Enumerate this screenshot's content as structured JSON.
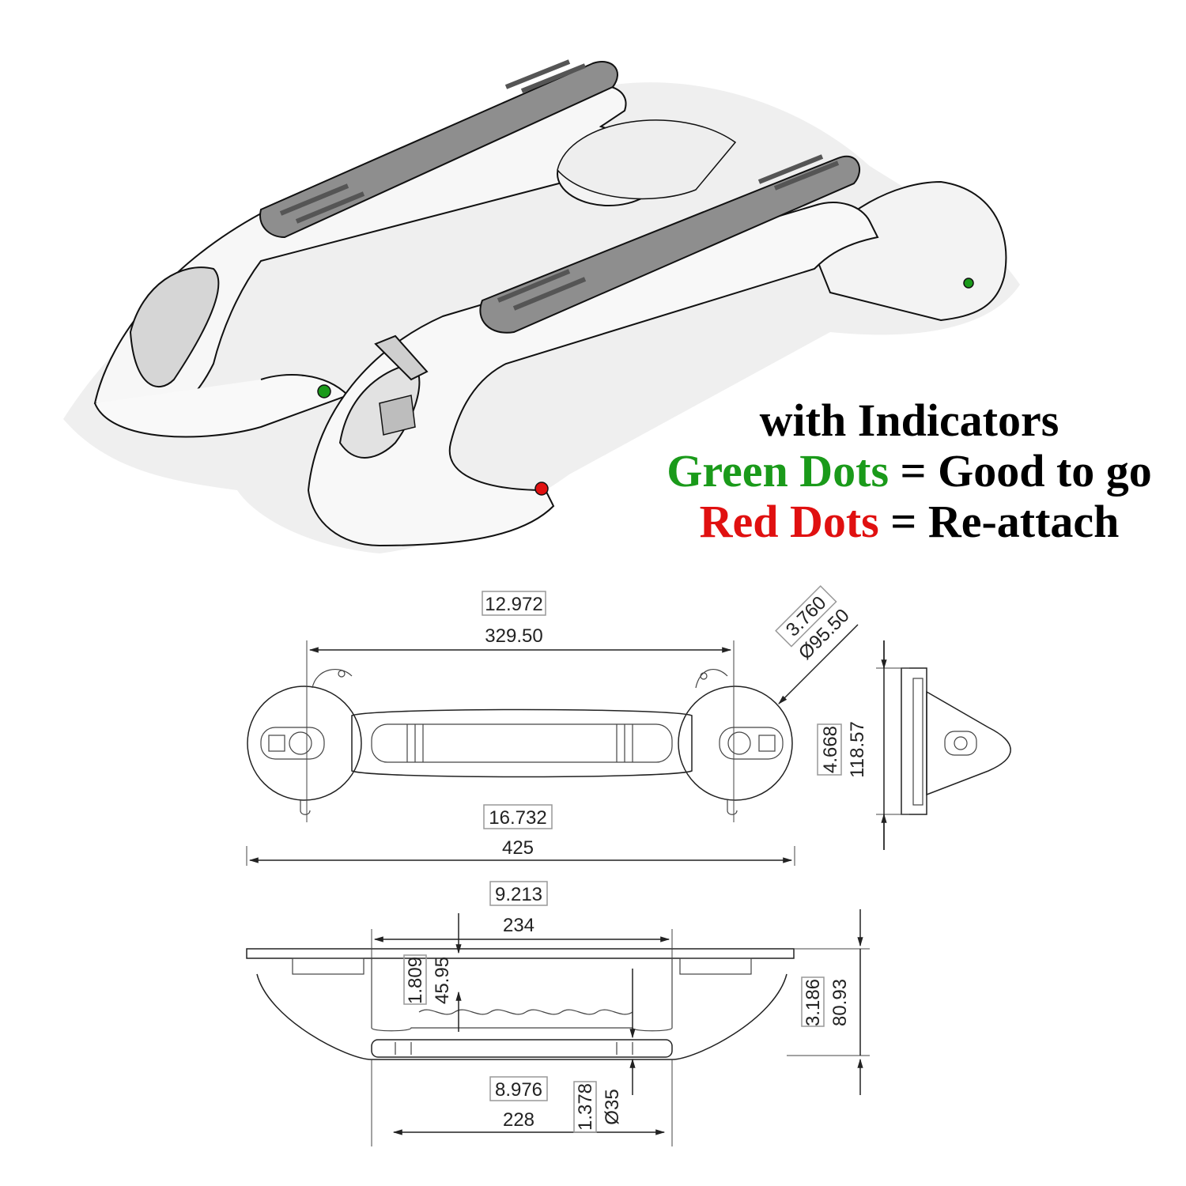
{
  "caption": {
    "line1": "with Indicators",
    "green_label": "Green Dots",
    "green_rest": " = Good to go",
    "red_label": "Red Dots",
    "red_rest": " = Re-attach",
    "green_color": "#1a9a1a",
    "red_color": "#e01010"
  },
  "dimensions": {
    "handle_span_in": "12.972",
    "handle_span_mm": "329.50",
    "cup_diameter_in": "3.760",
    "cup_diameter_mm": "Ø95.50",
    "cup_height_in": "4.668",
    "cup_height_mm": "118.57",
    "overall_length_in": "16.732",
    "overall_length_mm": "425",
    "inner_length_in": "9.213",
    "inner_length_mm": "234",
    "grip_clearance_in": "1.809",
    "grip_clearance_mm": "45.95",
    "overall_height_in": "3.186",
    "overall_height_mm": "80.93",
    "grip_length_in": "8.976",
    "grip_length_mm": "228",
    "grip_diameter_in": "1.378",
    "grip_diameter_mm": "Ø35"
  }
}
